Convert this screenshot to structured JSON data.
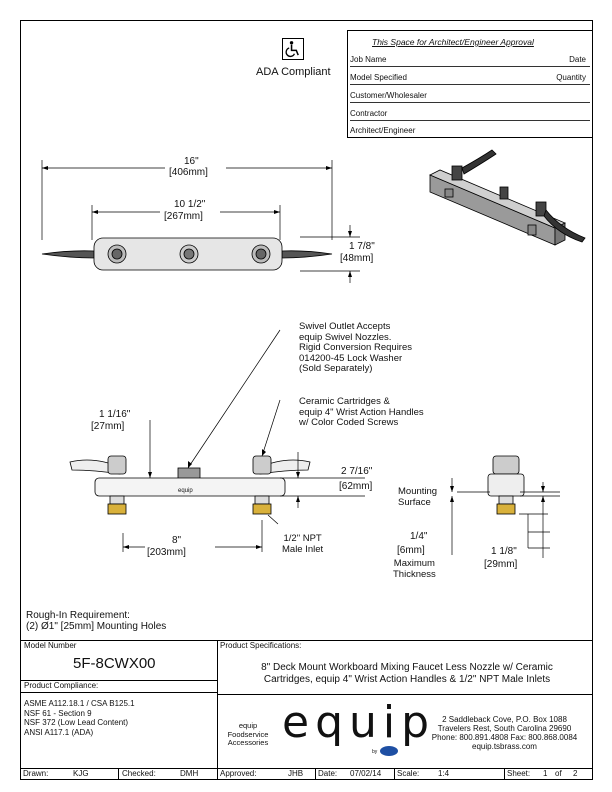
{
  "ada": {
    "label": "ADA Compliant"
  },
  "approval": {
    "title": "This Space for Architect/Engineer Approval",
    "rows": [
      {
        "left": "Job Name",
        "right": "Date"
      },
      {
        "left": "Model Specified",
        "right": "Quantity"
      },
      {
        "left": "Customer/Wholesaler",
        "right": ""
      },
      {
        "left": "Contractor",
        "right": ""
      },
      {
        "left": "Architect/Engineer",
        "right": ""
      }
    ]
  },
  "top_view": {
    "overall": "16\"",
    "overall_mm": "[406mm]",
    "centers": "10 1/2\"",
    "centers_mm": "[267mm]",
    "depth": "1 7/8\"",
    "depth_mm": "[48mm]"
  },
  "notes": {
    "swivel": [
      "Swivel Outlet Accepts",
      "equip Swivel Nozzles.",
      "Rigid Conversion Requires",
      "014200-45 Lock Washer",
      "(Sold Separately)"
    ],
    "cartridge": [
      "Ceramic Cartridges &",
      "equip 4\" Wrist Action Handles",
      "w/ Color Coded Screws"
    ],
    "inlet": [
      "1/2\" NPT",
      "Male Inlet"
    ]
  },
  "front_view": {
    "handle_h": "1 1/16\"",
    "handle_h_mm": "[27mm]",
    "body_h": "2 7/16\"",
    "body_h_mm": "[62mm]",
    "spacing": "8\"",
    "spacing_mm": "[203mm]",
    "body_mark": "equip"
  },
  "side_view": {
    "mounting": [
      "Mounting",
      "Surface"
    ],
    "thickness": "1/4\"",
    "thickness_mm": "[6mm]",
    "thickness_label": [
      "Maximum",
      "Thickness"
    ],
    "shank": "1 1/8\"",
    "shank_mm": "[29mm]"
  },
  "rough_in": [
    "Rough-In Requirement:",
    "(2) Ø1\" [25mm] Mounting Holes"
  ],
  "title_block": {
    "model_label": "Model Number",
    "model": "5F-8CWX00",
    "specs_label": "Product Specifications:",
    "specs": [
      "8\" Deck Mount Workboard Mixing Faucet Less Nozzle w/ Ceramic",
      "Cartridges, equip 4\" Wrist Action Handles & 1/2\" NPT Male Inlets"
    ],
    "compliance_label": "Product Compliance:",
    "compliance": [
      "ASME A112.18.1 / CSA B125.1",
      "NSF 61 - Section 9",
      "NSF 372 (Low Lead Content)",
      "ANSI A117.1 (ADA)"
    ],
    "brand_small": [
      "equip",
      "Foodservice",
      "Accessories"
    ],
    "logo": "equip",
    "by": "by",
    "address": [
      "2 Saddleback Cove, P.O. Box 1088",
      "Travelers Rest, South Carolina 29690",
      "Phone: 800.891.4808  Fax: 800.868.0084",
      "equip.tsbrass.com"
    ]
  },
  "footer": {
    "drawn_label": "Drawn:",
    "drawn": "KJG",
    "checked_label": "Checked:",
    "checked": "DMH",
    "approved_label": "Approved:",
    "approved": "JHB",
    "date_label": "Date:",
    "date": "07/02/14",
    "scale_label": "Scale:",
    "scale": "1:4",
    "sheet_label": "Sheet:",
    "sheet": "1",
    "of": "of",
    "sheets": "2"
  }
}
